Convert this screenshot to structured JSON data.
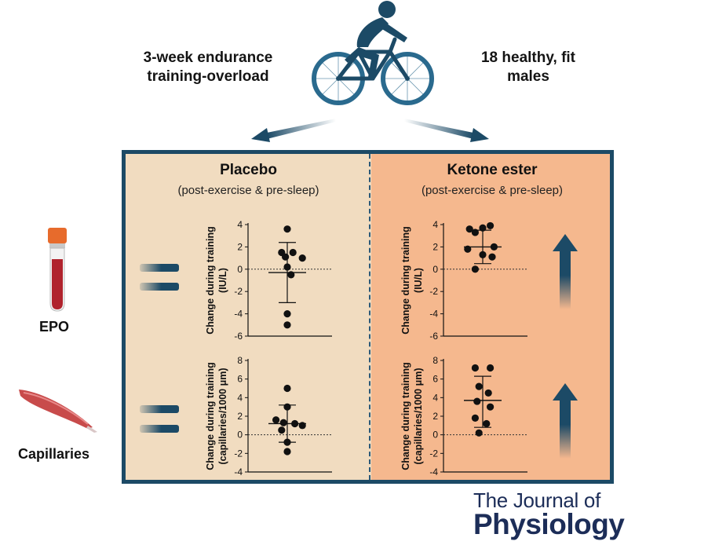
{
  "header": {
    "left_text_line1": "3-week endurance",
    "left_text_line2": "training-overload",
    "right_text_line1": "18 healthy, fit",
    "right_text_line2": "males"
  },
  "panels": {
    "placebo": {
      "title": "Placebo",
      "subtitle": "(post-exercise & pre-sleep)"
    },
    "ketone": {
      "title": "Ketone ester",
      "subtitle": "(post-exercise & pre-sleep)"
    }
  },
  "row_labels": {
    "epo": "EPO",
    "capillaries": "Capillaries"
  },
  "journal": {
    "line1": "The Journal of",
    "line2": "Physiology"
  },
  "colors": {
    "frame": "#1c4a66",
    "placebo_bg": "#f1dcc0",
    "ketone_bg": "#f5b88e",
    "journal": "#1c2d58"
  },
  "icons": [
    "cyclist-icon",
    "blood-tube-icon",
    "muscle-icon",
    "equal-sign-icon",
    "up-arrow-icon"
  ],
  "chart_data": [
    {
      "id": "epo-placebo",
      "type": "scatter",
      "ylabel_line1": "Change during training",
      "ylabel_line2": "(IU/L)",
      "ylim": [
        -6,
        4
      ],
      "yticks": [
        -6,
        -4,
        -2,
        0,
        2,
        4
      ],
      "reference_line": 0,
      "mean": -0.3,
      "sd_upper": 2.4,
      "sd_lower": -3.0,
      "points": [
        {
          "x": 0.0,
          "y": 3.6
        },
        {
          "x": -0.3,
          "y": 1.5
        },
        {
          "x": 0.3,
          "y": 1.5
        },
        {
          "x": -0.1,
          "y": 1.1
        },
        {
          "x": 0.8,
          "y": 1.0
        },
        {
          "x": 0.0,
          "y": 0.2
        },
        {
          "x": 0.2,
          "y": -0.5
        },
        {
          "x": 0.0,
          "y": -4.0
        },
        {
          "x": 0.0,
          "y": -5.0
        }
      ]
    },
    {
      "id": "epo-ketone",
      "type": "scatter",
      "ylabel_line1": "Change during training",
      "ylabel_line2": "(IU/L)",
      "ylim": [
        -6,
        4
      ],
      "yticks": [
        -6,
        -4,
        -2,
        0,
        2,
        4
      ],
      "reference_line": 0,
      "mean": 2.0,
      "sd_upper": 3.5,
      "sd_lower": 0.5,
      "points": [
        {
          "x": 0.4,
          "y": 3.9
        },
        {
          "x": 0.0,
          "y": 3.7
        },
        {
          "x": -0.7,
          "y": 3.6
        },
        {
          "x": -0.4,
          "y": 3.3
        },
        {
          "x": 0.6,
          "y": 2.0
        },
        {
          "x": -0.8,
          "y": 1.8
        },
        {
          "x": 0.0,
          "y": 1.3
        },
        {
          "x": 0.5,
          "y": 1.1
        },
        {
          "x": -0.4,
          "y": 0.0
        }
      ]
    },
    {
      "id": "capillaries-placebo",
      "type": "scatter",
      "ylabel_line1": "Change during training",
      "ylabel_line2": "(capillaries/1000 μm)",
      "ylim": [
        -4,
        8
      ],
      "yticks": [
        -4,
        -2,
        0,
        2,
        4,
        6,
        8
      ],
      "reference_line": 0,
      "mean": 1.2,
      "sd_upper": 3.2,
      "sd_lower": -0.8,
      "points": [
        {
          "x": 0.0,
          "y": 5.0
        },
        {
          "x": 0.0,
          "y": 3.0
        },
        {
          "x": -0.6,
          "y": 1.6
        },
        {
          "x": -0.2,
          "y": 1.3
        },
        {
          "x": 0.4,
          "y": 1.2
        },
        {
          "x": 0.8,
          "y": 1.0
        },
        {
          "x": -0.3,
          "y": 0.5
        },
        {
          "x": 0.0,
          "y": -0.8
        },
        {
          "x": 0.0,
          "y": -1.8
        }
      ]
    },
    {
      "id": "capillaries-ketone",
      "type": "scatter",
      "ylabel_line1": "Change during training",
      "ylabel_line2": "(capillaries/1000 μm)",
      "ylim": [
        -4,
        8
      ],
      "yticks": [
        -4,
        -2,
        0,
        2,
        4,
        6,
        8
      ],
      "reference_line": 0,
      "mean": 3.7,
      "sd_upper": 6.3,
      "sd_lower": 0.8,
      "points": [
        {
          "x": -0.4,
          "y": 7.2
        },
        {
          "x": 0.4,
          "y": 7.2
        },
        {
          "x": -0.2,
          "y": 5.2
        },
        {
          "x": 0.3,
          "y": 4.5
        },
        {
          "x": -0.3,
          "y": 3.6
        },
        {
          "x": 0.4,
          "y": 3.0
        },
        {
          "x": -0.4,
          "y": 1.8
        },
        {
          "x": 0.2,
          "y": 1.2
        },
        {
          "x": -0.2,
          "y": 0.2
        }
      ]
    }
  ]
}
